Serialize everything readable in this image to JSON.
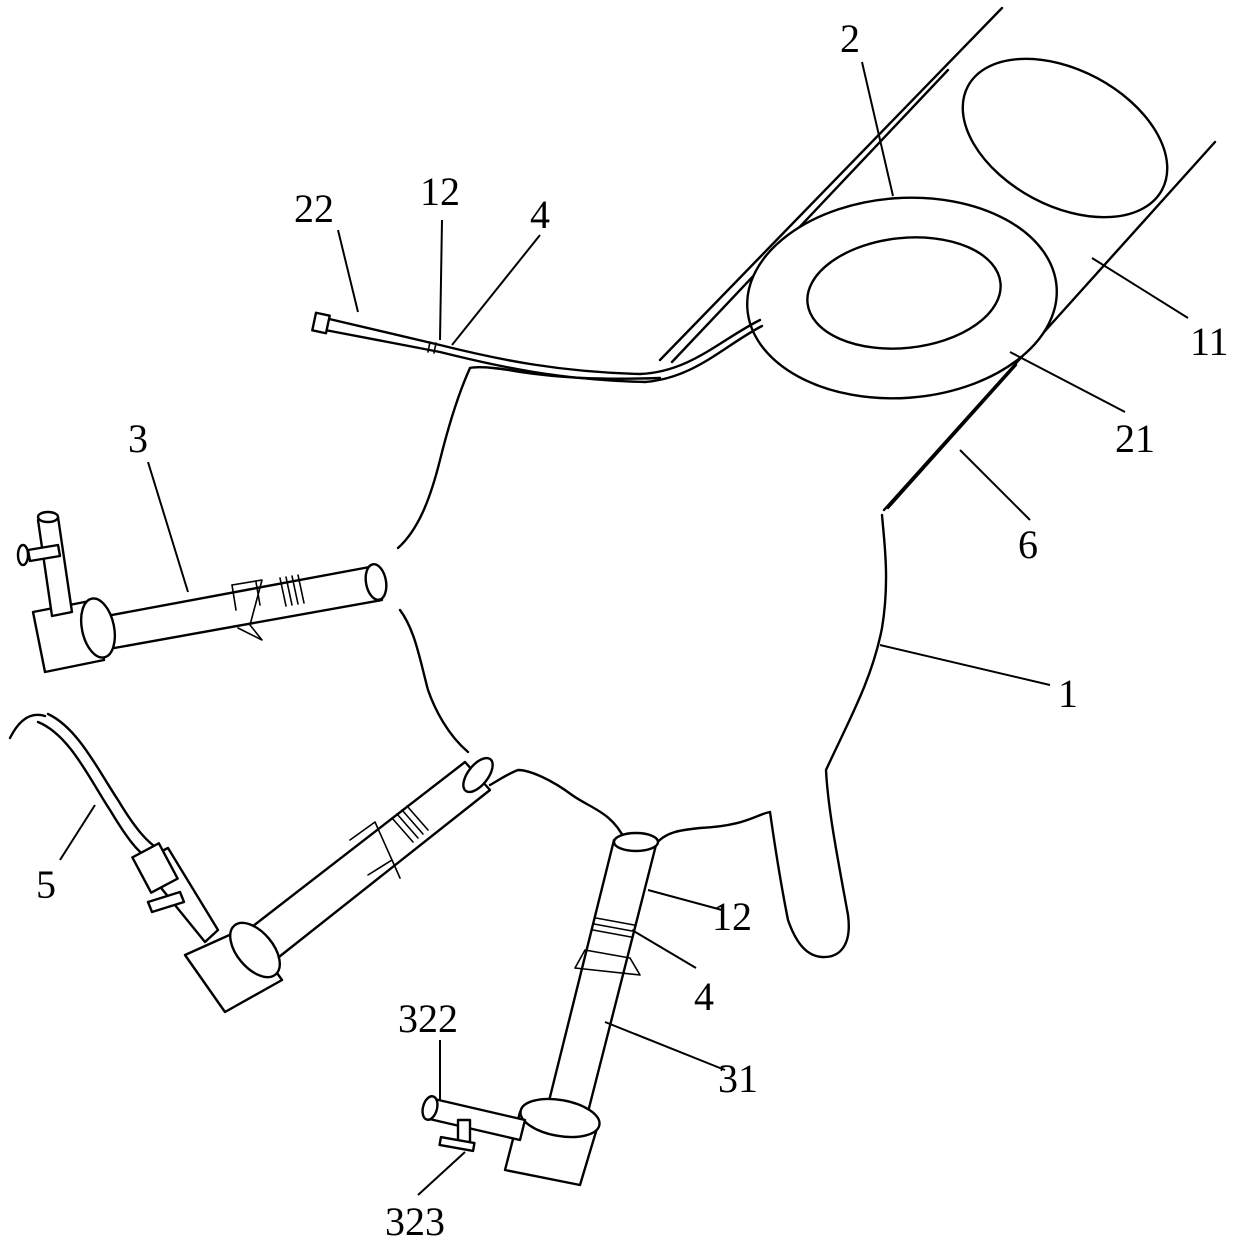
{
  "figure": {
    "labels": {
      "glove_body": "1",
      "cuff_sleeve": "11",
      "finger_tube": "12",
      "port_ring": "2",
      "ring_body": "21",
      "ring_tube": "22",
      "trocar_main": "3",
      "trocar_shaft": "31",
      "stopcock_tube": "322",
      "stopcock_knob": "323",
      "ligature": "4",
      "suction_hose": "5",
      "band": "6"
    },
    "icons": {
      "glove": "glove-outline-icon",
      "trocar": "trocar-icon",
      "hose": "hose-icon"
    },
    "colors": {
      "ink": "#000000",
      "background": "#ffffff"
    }
  }
}
